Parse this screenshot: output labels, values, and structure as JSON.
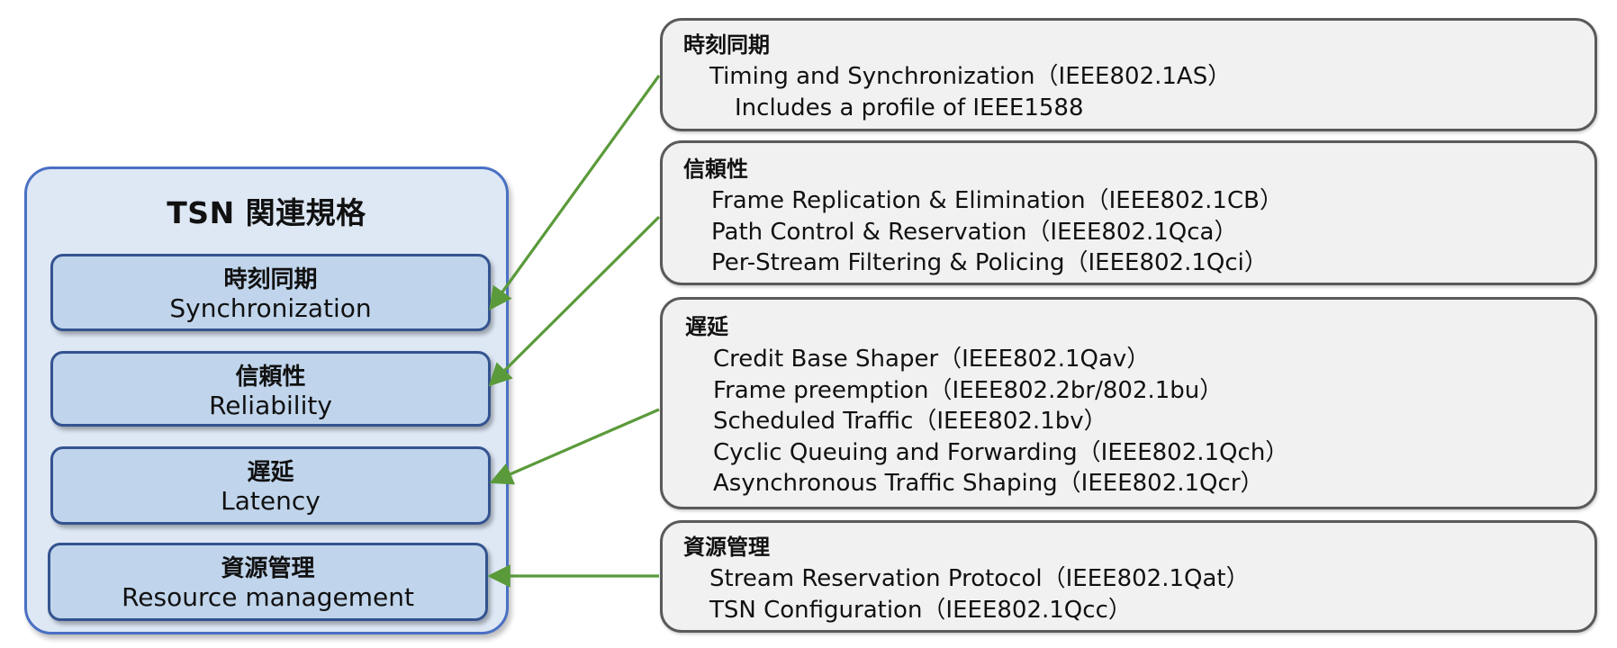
{
  "title": "TSN 関連規格",
  "categories": [
    {
      "jp": "時刻同期",
      "en": "Synchronization"
    },
    {
      "jp": "信頼性",
      "en": "Reliability"
    },
    {
      "jp": "遅延",
      "en": "Latency"
    },
    {
      "jp": "資源管理",
      "en": "Resource management"
    }
  ],
  "details": [
    {
      "heading": "時刻同期",
      "items": [
        "Timing and Synchronization（IEEE802.1AS）"
      ],
      "subitems": [
        "Includes a profile of IEEE1588"
      ]
    },
    {
      "heading": "信頼性",
      "items": [
        "Frame Replication & Elimination（IEEE802.1CB）",
        "Path Control & Reservation（IEEE802.1Qca）",
        "Per-Stream Filtering & Policing（IEEE802.1Qci）"
      ]
    },
    {
      "heading": "遅延",
      "items": [
        "Credit Base Shaper（IEEE802.1Qav）",
        "Frame preemption（IEEE802.2br/802.1bu）",
        "Scheduled Traffic（IEEE802.1bv）",
        "Cyclic Queuing and Forwarding（IEEE802.1Qch）",
        "Asynchronous Traffic Shaping（IEEE802.1Qcr）"
      ]
    },
    {
      "heading": "資源管理",
      "items": [
        "Stream Reservation Protocol（IEEE802.1Qat）",
        "TSN Configuration（IEEE802.1Qcc）"
      ]
    }
  ],
  "connectors": [
    {
      "from": "時刻同期",
      "to": "Synchronization"
    },
    {
      "from": "信頼性",
      "to": "Reliability"
    },
    {
      "from": "遅延",
      "to": "Latency"
    },
    {
      "from": "資源管理",
      "to": "Resource management"
    }
  ],
  "colors": {
    "arrow": "#5a9a3a",
    "outer_border": "#4a70c4",
    "outer_fill": "#dee8f5",
    "category_border": "#34538f",
    "category_fill": "#c0d5ec",
    "detail_border": "#5a5a5a",
    "detail_fill": "#f1f1f1"
  }
}
